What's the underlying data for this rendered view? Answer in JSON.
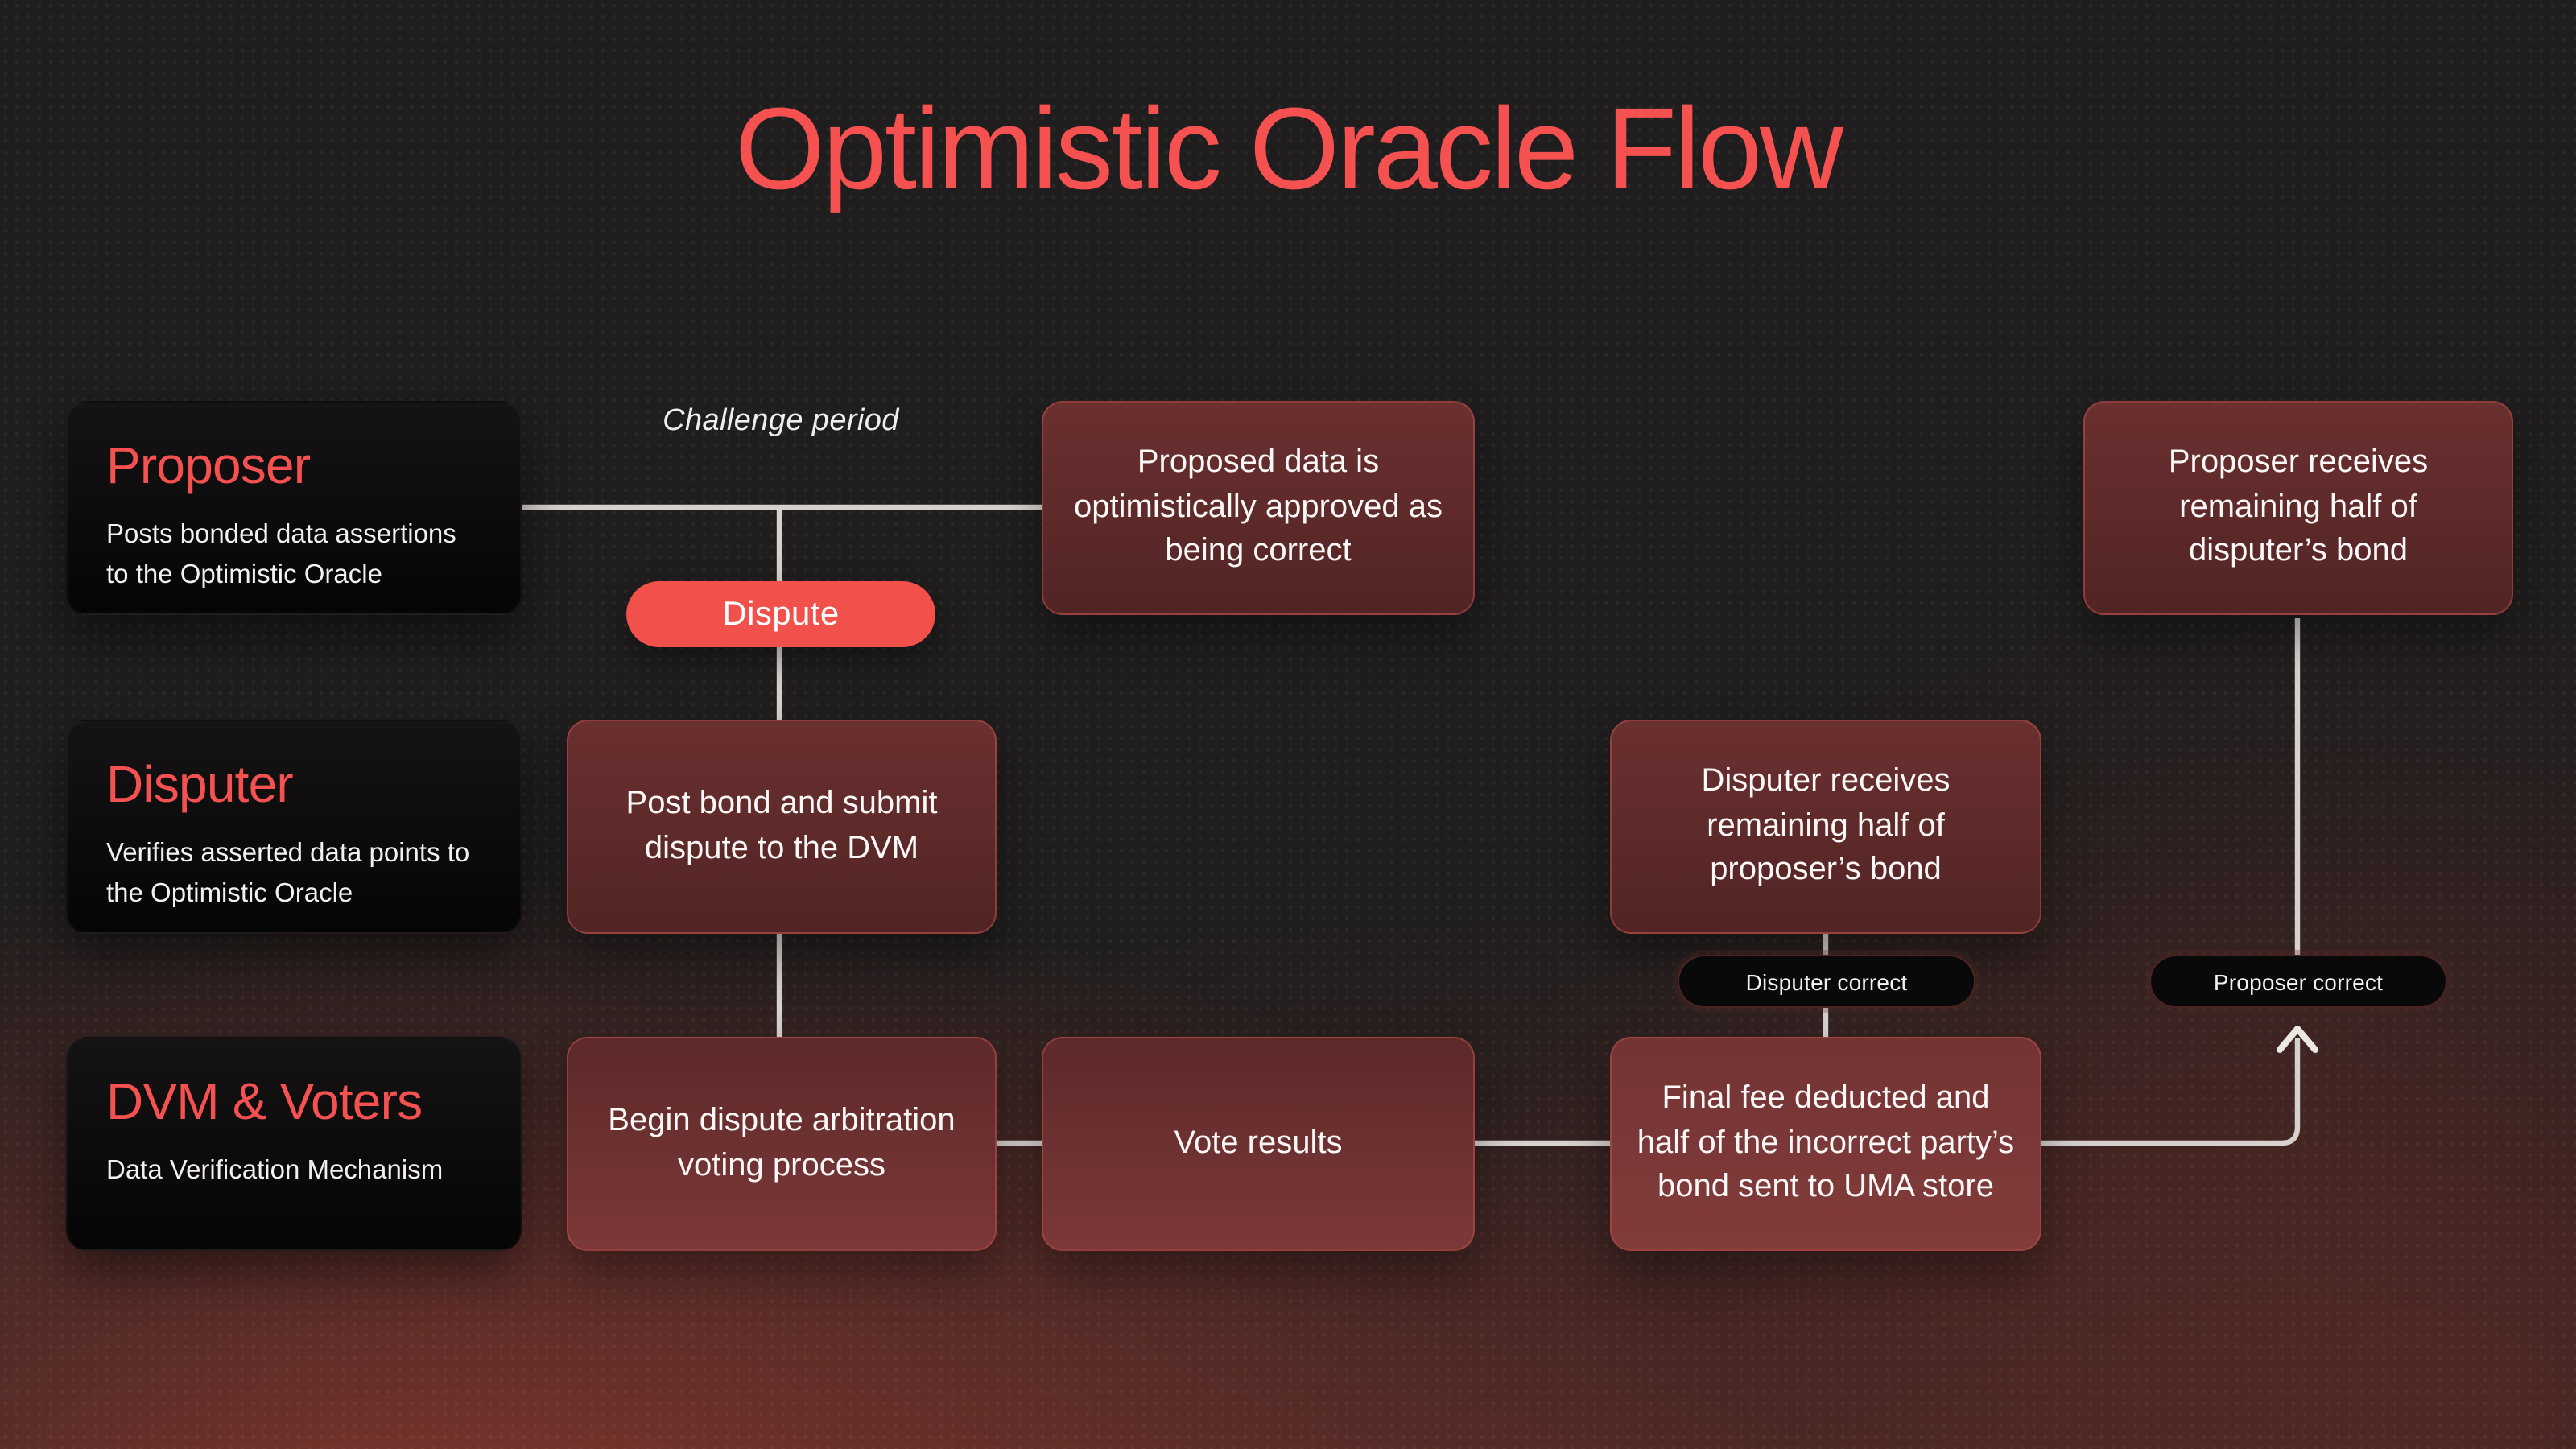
{
  "theme": {
    "bg": "#1f1d1d",
    "accent_red": "#f65151",
    "pill_red": "#f2504b",
    "connector": "#d7d1ce",
    "card_black": "#0b0a0a",
    "card_maroon": "#663030",
    "text_primary": "#f3f0ee"
  },
  "title": "Optimistic Oracle Flow",
  "labels": {
    "challenge_period": "Challenge period"
  },
  "buttons": {
    "dispute": "Dispute"
  },
  "actors": [
    {
      "id": "proposer",
      "title": "Proposer",
      "description": "Posts bonded data assertions to the Optimistic Oracle"
    },
    {
      "id": "disputer",
      "title": "Disputer",
      "description": "Verifies asserted data points to the Optimistic Oracle"
    },
    {
      "id": "dvm",
      "title": "DVM & Voters",
      "description": "Data Verification Mechanism"
    }
  ],
  "steps": {
    "proposed_data": "Proposed data is optimistically approved as being correct",
    "proposer_receives": "Proposer receives remaining half of disputer’s bond",
    "post_bond": "Post bond and submit dispute to the DVM",
    "disputer_receives": "Disputer receives remaining half of proposer’s bond",
    "begin_dispute": "Begin dispute arbitration voting process",
    "vote_results": "Vote results",
    "final_fee": "Final fee deducted and half of the incorrect party’s bond sent to UMA store"
  },
  "badges": {
    "disputer_correct": "Disputer correct",
    "proposer_correct": "Proposer correct"
  }
}
